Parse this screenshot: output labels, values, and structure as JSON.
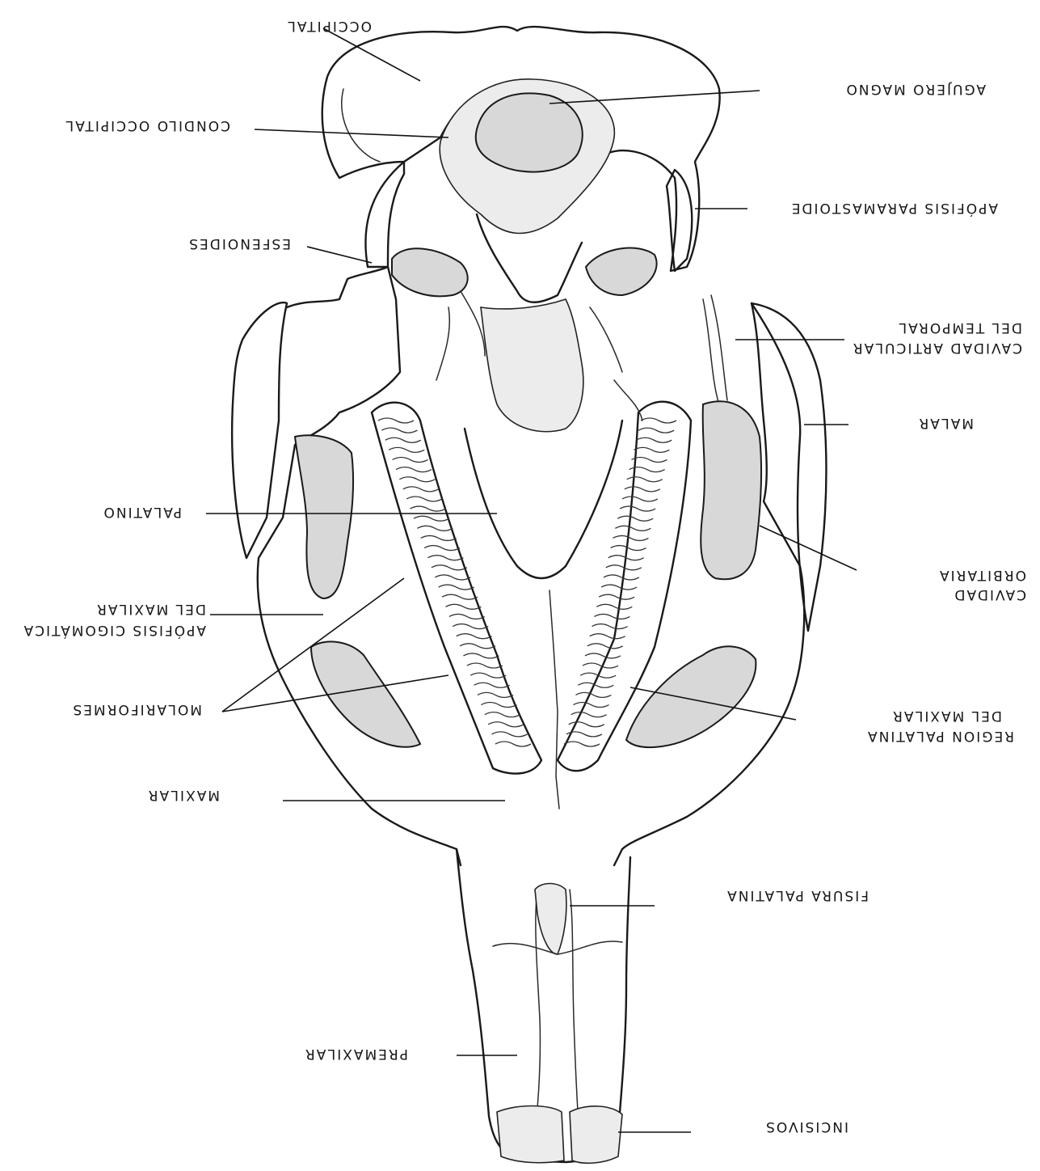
{
  "diagram": {
    "labels": [
      {
        "id": "occipital",
        "text": "OCCIPITAL"
      },
      {
        "id": "agujero-magno",
        "text": "AGUJERO MAGNO"
      },
      {
        "id": "condilo-occipital",
        "text": "CONDILO OCCIPITAL"
      },
      {
        "id": "apofisis-paramastoide",
        "text": "APÓFISIS PARAMASTOIDE"
      },
      {
        "id": "esfenoides",
        "text": "ESFENOIDES"
      },
      {
        "id": "cavidad-articular-1",
        "text": "CAVIDAD ARTICULAR"
      },
      {
        "id": "cavidad-articular-2",
        "text": "DEL TEMPORAL"
      },
      {
        "id": "malar",
        "text": "MALAR"
      },
      {
        "id": "palatino",
        "text": "PALATINO"
      },
      {
        "id": "cavidad-orbitaria-1",
        "text": "CAVIDAD"
      },
      {
        "id": "cavidad-orbitaria-2",
        "text": "ORBITARIA"
      },
      {
        "id": "apofisis-cigomatica-1",
        "text": "APÓFISIS CIGOMÁTICA"
      },
      {
        "id": "apofisis-cigomatica-2",
        "text": "DEL MAXILAR"
      },
      {
        "id": "molariformes",
        "text": "MOLARIFORMES"
      },
      {
        "id": "region-palatina-1",
        "text": "REGION PALATINA"
      },
      {
        "id": "region-palatina-2",
        "text": "DEL MAXILAR"
      },
      {
        "id": "maxilar",
        "text": "MAXILAR"
      },
      {
        "id": "fisura-palatina",
        "text": "FISURA PALATINA"
      },
      {
        "id": "premaxilar",
        "text": "PREMAXILAR"
      },
      {
        "id": "incisivos",
        "text": "INCISIVOS"
      }
    ]
  }
}
